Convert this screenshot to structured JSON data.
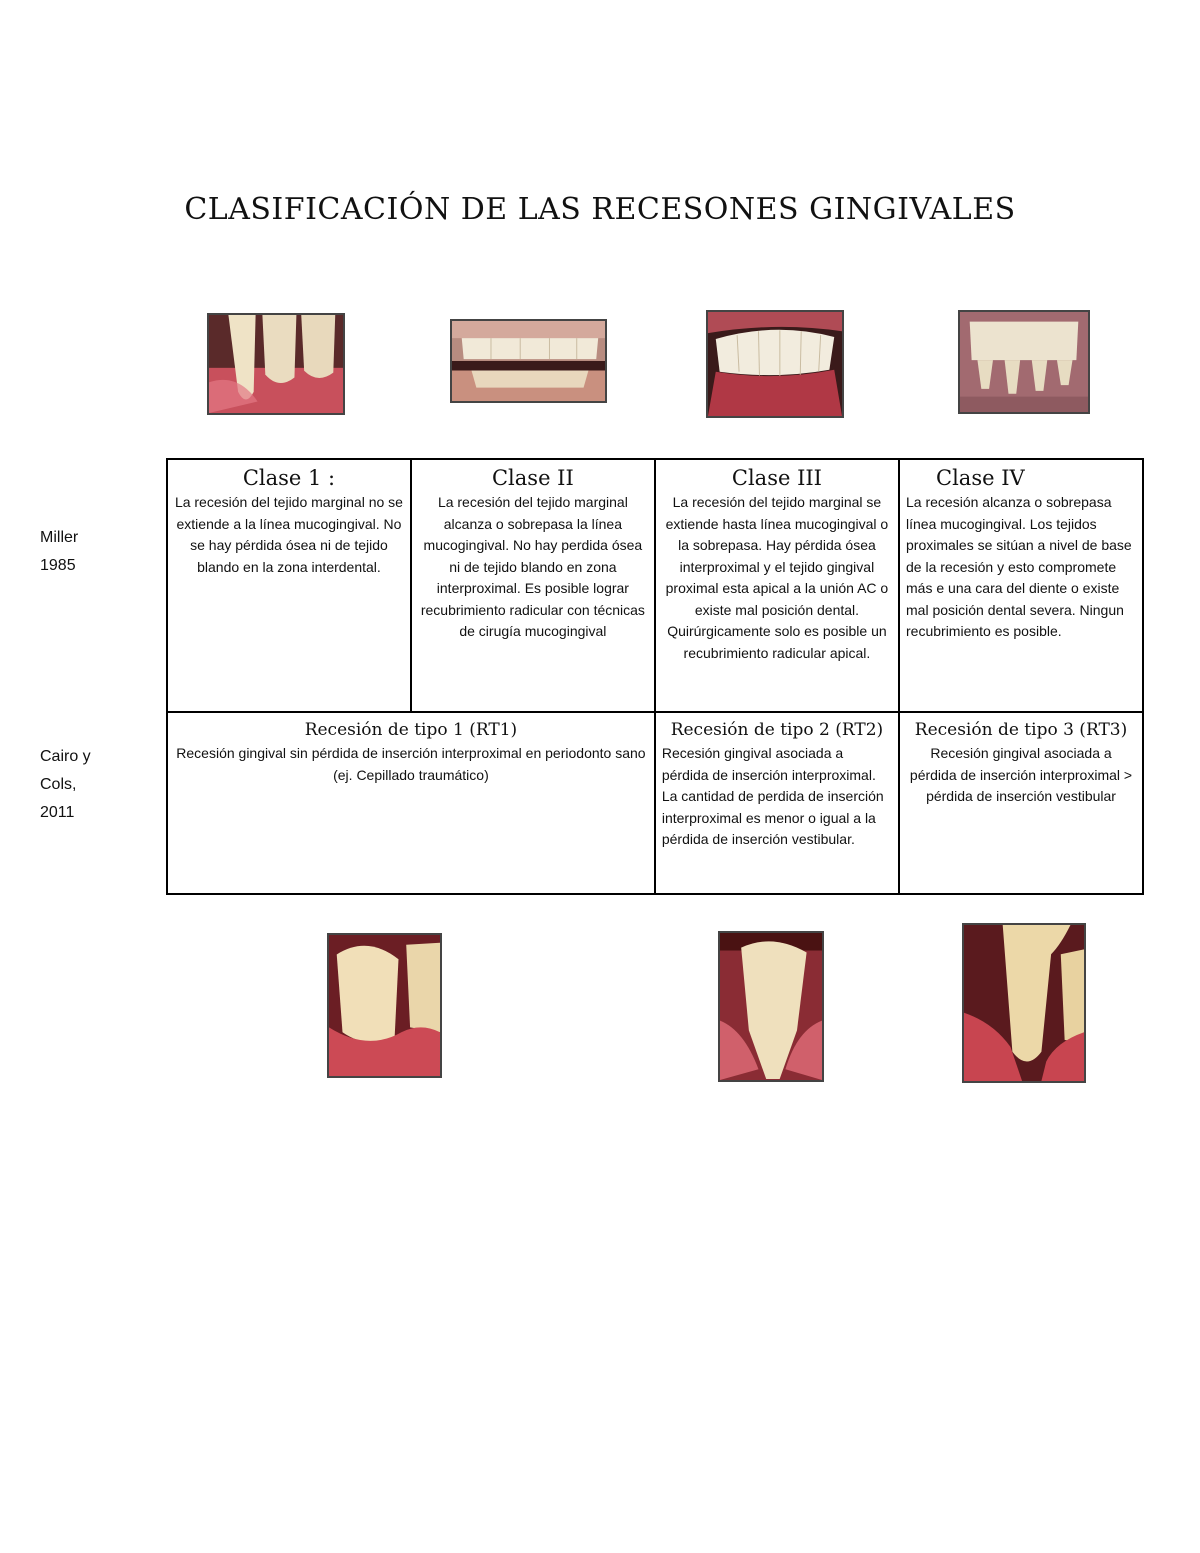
{
  "title": "CLASIFICACIÓN DE LAS RECESONES GINGIVALES",
  "row_labels": {
    "miller": "Miller\n1985",
    "cairo": "Cairo y\nCols,\n2011"
  },
  "miller": [
    {
      "heading": "Clase 1 :",
      "text": "La recesión del tejido marginal no se extiende a la línea mucogingival. No se hay pérdida ósea ni de tejido blando en la zona interdental."
    },
    {
      "heading": "Clase II",
      "text": "La recesión del tejido marginal alcanza o sobrepasa la línea mucogingival. No hay perdida ósea ni de tejido blando en zona interproximal. Es posible lograr recubrimiento radicular con técnicas de cirugía mucogingival"
    },
    {
      "heading": "Clase III",
      "text": "La recesión del tejido marginal se extiende hasta línea mucogingival o la sobrepasa. Hay pérdida ósea interproximal y el tejido gingival proximal esta apical a la unión AC o existe mal posición dental. Quirúrgicamente solo es posible un recubrimiento radicular apical."
    },
    {
      "heading": "Clase IV",
      "text": "La recesión alcanza o sobrepasa línea mucogingival. Los tejidos proximales se sitúan a nivel de base de la recesión y esto compromete más e una cara del diente o existe mal posición dental severa. Ningun recubrimiento es posible."
    }
  ],
  "cairo": [
    {
      "heading": "Recesión de tipo 1 (RT1)",
      "text": "Recesión gingival sin pérdida de inserción interproximal en periodonto sano (ej. Cepillado traumático)"
    },
    {
      "heading": "Recesión de tipo 2 (RT2)",
      "text": "Recesión gingival asociada a pérdida de inserción interproximal. La cantidad de perdida de inserción interproximal es menor o igual a la pérdida de inserción vestibular."
    },
    {
      "heading": "Recesión de tipo 3 (RT3)",
      "text": "Recesión gingival asociada a pérdida de inserción interproximal > pérdida de inserción vestibular"
    }
  ],
  "colors": {
    "gum": "#c04a55",
    "tooth": "#efe3c6",
    "dark": "#3a1a1a"
  }
}
